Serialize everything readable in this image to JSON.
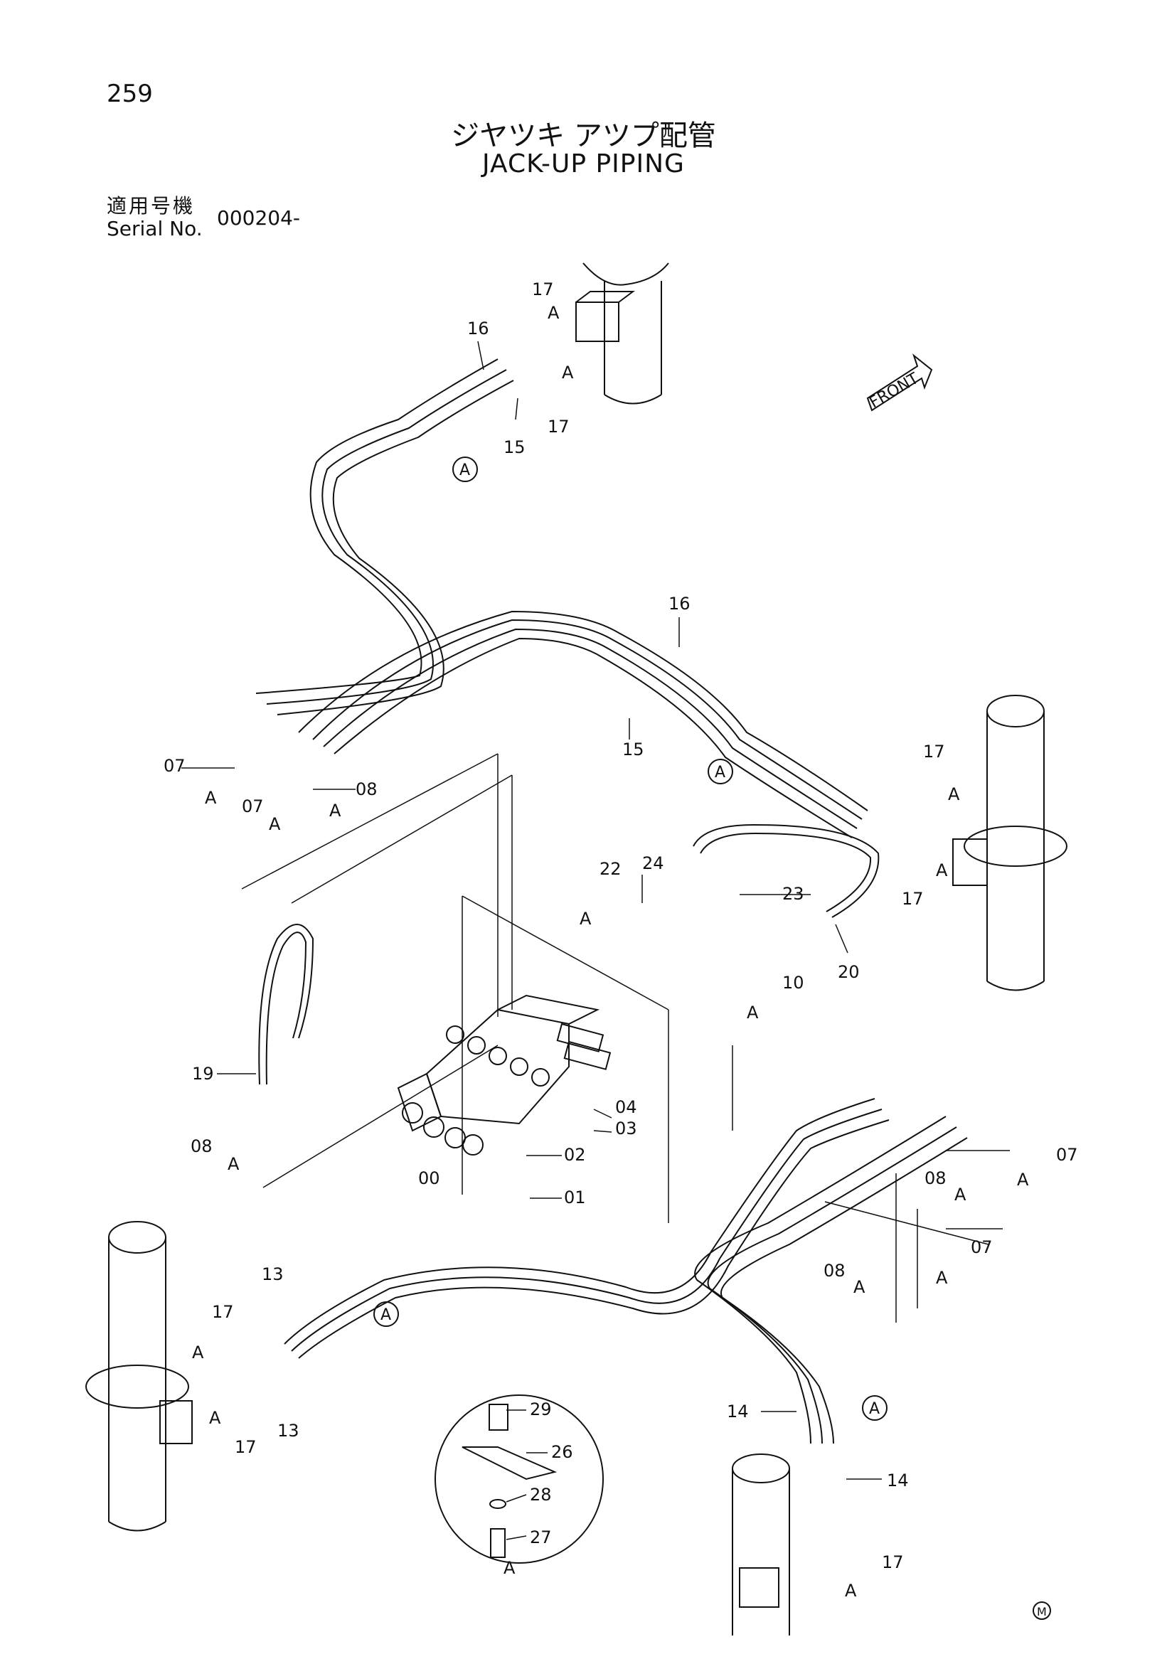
{
  "header": {
    "page_number": "259",
    "title_jp": "ジヤツキ アツプ配管",
    "title_en": "JACK-UP PIPING",
    "serial_label_jp": "適用号機",
    "serial_label_en": "Serial No.",
    "serial_value": "000204-"
  },
  "direction_tag": "FRONT",
  "detail_callout": "A",
  "maker_mark": "M",
  "labels": {
    "n00": "00",
    "n01": "01",
    "n02": "02",
    "n03": "03",
    "n04": "04",
    "n07": "07",
    "n08": "08",
    "n10": "10",
    "n13": "13",
    "n14": "14",
    "n15": "15",
    "n16": "16",
    "n17": "17",
    "n19": "19",
    "n20": "20",
    "n22": "22",
    "n23": "23",
    "n24": "24",
    "n26": "26",
    "n27": "27",
    "n28": "28",
    "n29": "29",
    "a": "A"
  }
}
